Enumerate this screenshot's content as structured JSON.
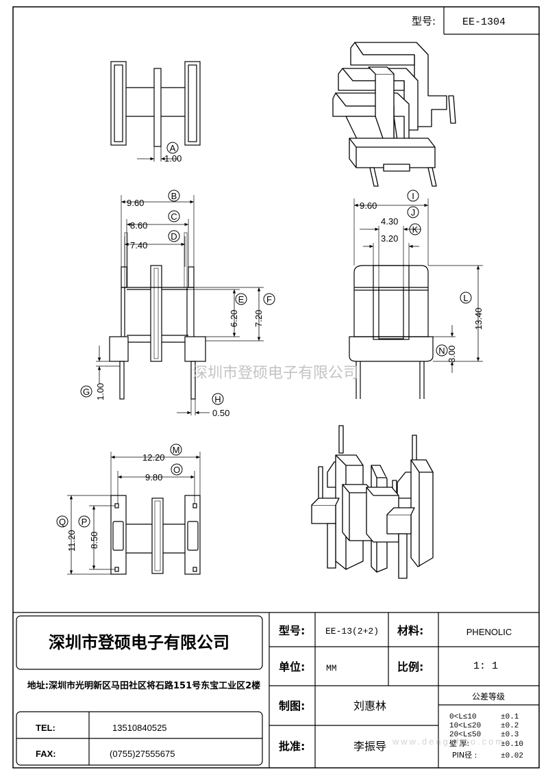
{
  "header": {
    "model_label": "型号:",
    "model_value": "EE-1304"
  },
  "watermark": {
    "center": "深圳市登硕电子有限公司",
    "bottom": "www.dengshuo.com"
  },
  "views": {
    "top": {
      "A": {
        "value": "1.00",
        "tag": "A"
      }
    },
    "front": {
      "B": {
        "value": "9.60",
        "tag": "B"
      },
      "C": {
        "value": "8.60",
        "tag": "C"
      },
      "D": {
        "value": "7.40",
        "tag": "D"
      },
      "E": {
        "value": "6.20",
        "tag": "E"
      },
      "F": {
        "value": "7.20",
        "tag": "F"
      },
      "G": {
        "value": "1.00",
        "tag": "G"
      },
      "H": {
        "value": "0.50",
        "tag": "H"
      }
    },
    "side": {
      "I": {
        "value": "9.60",
        "tag": "I"
      },
      "J": {
        "value": "4.30",
        "tag": "J"
      },
      "K": {
        "value": "3.20",
        "tag": "K"
      },
      "L": {
        "value": "13.40",
        "tag": "L"
      },
      "N": {
        "value": "3.00",
        "tag": "N"
      }
    },
    "bottom": {
      "M": {
        "value": "12.20",
        "tag": "M"
      },
      "O": {
        "value": "9.80",
        "tag": "O"
      },
      "P": {
        "value": "8.50",
        "tag": "P"
      },
      "Q": {
        "value": "11.20",
        "tag": "Q"
      }
    }
  },
  "company": {
    "name": "深圳市登硕电子有限公司",
    "address": "地址:深圳市光明新区马田社区将石路151号东宝工业区2楼",
    "tel_label": "TEL:",
    "tel_value": "13510840525",
    "fax_label": "FAX:",
    "fax_value": "(0755)27555675"
  },
  "spec": {
    "model_label": "型号:",
    "model_value": "EE-13(2+2)",
    "material_label": "材料:",
    "material_value": "PHENOLIC",
    "unit_label": "单位:",
    "unit_value": "MM",
    "scale_label": "比例:",
    "scale_value": "1: 1",
    "drawn_label": "制图:",
    "drawn_value": "刘惠林",
    "approved_label": "批准:",
    "approved_value": "李振导",
    "tolerance_title": "公差等级",
    "tolerances": [
      {
        "range": "0<L≤10",
        "value": "±0.1"
      },
      {
        "range": "10<L≤20",
        "value": "±0.2"
      },
      {
        "range": "20<L≤50",
        "value": "±0.3"
      },
      {
        "range": "壁 厚:",
        "value": "±0.10"
      },
      {
        "range": "PIN径 :",
        "value": "±0.02"
      }
    ]
  }
}
